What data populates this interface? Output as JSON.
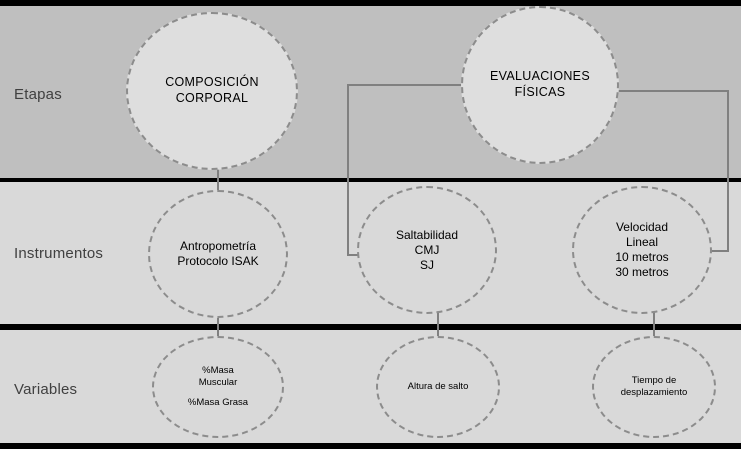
{
  "diagram": {
    "title_rows": [
      {
        "id": "etapas",
        "label": "Etapas"
      },
      {
        "id": "instrumentos",
        "label": "Instrumentos"
      },
      {
        "id": "variables",
        "label": "Variables"
      }
    ],
    "nodes": {
      "composicion": {
        "label": "COMPOSICIÓN\nCORPORAL",
        "line1": "COMPOSICIÓN",
        "line2": "CORPORAL"
      },
      "evaluaciones": {
        "label": "EVALUACIONES\nFÍSICAS",
        "line1": "EVALUACIONES",
        "line2": "FÍSICAS"
      },
      "antropometria": {
        "line1": "Antropometría",
        "line2": "Protocolo ISAK"
      },
      "saltabilidad": {
        "line1": "Saltabilidad",
        "line2": "CMJ",
        "line3": "SJ"
      },
      "velocidad": {
        "line1": "Velocidad",
        "line2": "Lineal",
        "line3": "10 metros",
        "line4": "30 metros"
      },
      "masa": {
        "line1": "%Masa",
        "line2": "Muscular",
        "line3": "%Masa Grasa"
      },
      "altura": {
        "line1": "Altura de salto"
      },
      "tiempo": {
        "line1": "Tiempo de",
        "line2": "desplazamiento"
      }
    },
    "colors": {
      "background": "#000000",
      "band_etapas": "#bfbfbf",
      "band_other": "#d9d9d9",
      "circle_fill": "#d9d9d9",
      "circle_stroke": "#8c8c8c",
      "connector": "#808080",
      "label_text": "#404040"
    }
  }
}
